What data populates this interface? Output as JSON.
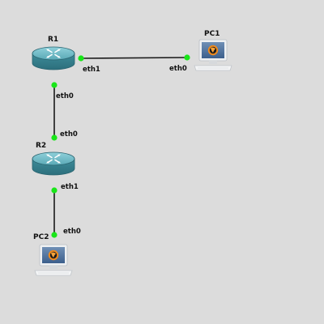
{
  "canvas": {
    "background": "#dcdcdc"
  },
  "nodes": {
    "r1": {
      "label": "R1",
      "type": "router",
      "icon": "router-icon"
    },
    "r2": {
      "label": "R2",
      "type": "router",
      "icon": "router-icon"
    },
    "pc1": {
      "label": "PC1",
      "type": "pc",
      "icon": "pc-icon"
    },
    "pc2": {
      "label": "PC2",
      "type": "pc",
      "icon": "pc-icon"
    }
  },
  "links": {
    "r1_pc1": {
      "a": "R1",
      "a_port": "eth1",
      "b": "PC1",
      "b_port": "eth0"
    },
    "r1_r2": {
      "a": "R1",
      "a_port": "eth0",
      "b": "R2",
      "b_port": "eth0"
    },
    "r2_pc2": {
      "a": "R2",
      "a_port": "eth1",
      "b": "PC2",
      "b_port": "eth0"
    }
  },
  "colors": {
    "port_up": "#19e619",
    "router_body": "#4a9aa8",
    "link": "#1a1a1a"
  }
}
